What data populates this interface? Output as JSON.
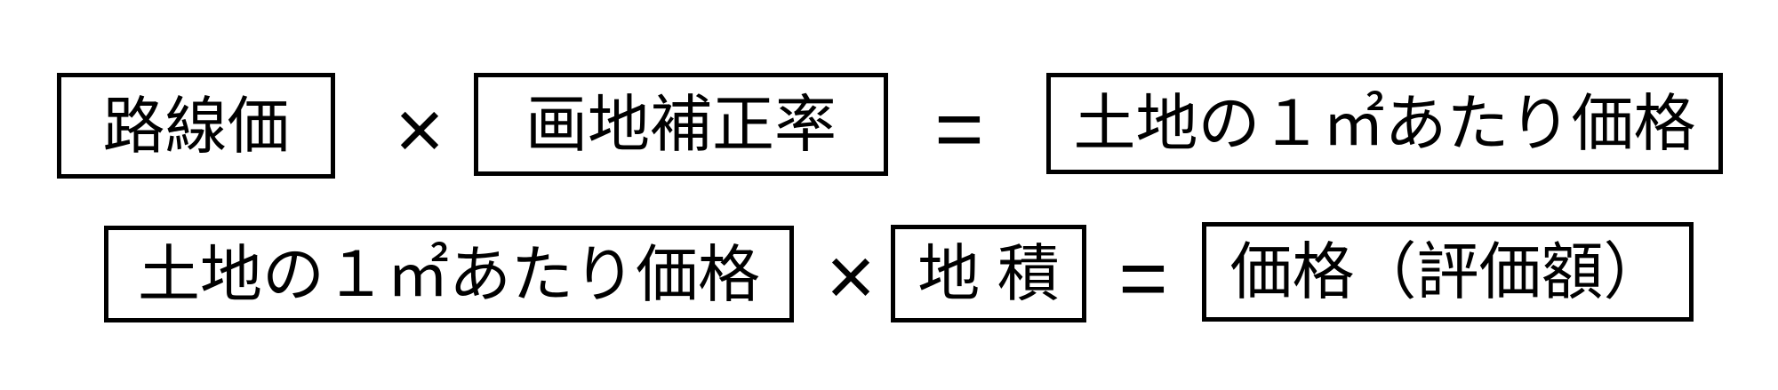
{
  "diagram": {
    "title": "land-valuation-formula",
    "colors": {
      "background": "#ffffff",
      "border": "#000000",
      "text": "#000000"
    },
    "rows": [
      {
        "terms": [
          {
            "kind": "box",
            "text": "路線価"
          },
          {
            "kind": "operator",
            "text": "×"
          },
          {
            "kind": "box",
            "text": "画地補正率"
          },
          {
            "kind": "operator",
            "text": "="
          },
          {
            "kind": "box",
            "text": "土地の１㎡あたり価格"
          }
        ]
      },
      {
        "terms": [
          {
            "kind": "box",
            "text": "土地の１㎡あたり価格"
          },
          {
            "kind": "operator",
            "text": "×"
          },
          {
            "kind": "box",
            "text": "地 積"
          },
          {
            "kind": "operator",
            "text": "="
          },
          {
            "kind": "box",
            "text": "価格（評価額）"
          }
        ]
      }
    ]
  }
}
